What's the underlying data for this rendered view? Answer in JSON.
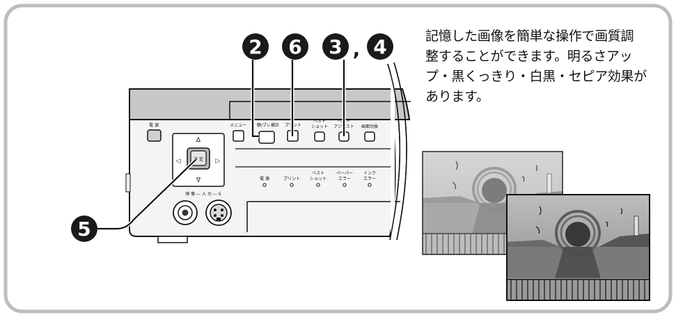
{
  "callouts": {
    "num_2": "2",
    "num_6": "6",
    "num_3": "3",
    "separator": ",",
    "num_4": "4",
    "num_5": "5"
  },
  "device": {
    "power_label": "電 源",
    "direction_up": "Δ",
    "direction_down": "∇",
    "direction_left": "◁",
    "direction_right": "▷",
    "enter_label": "決 定",
    "menu_label": "メニュー",
    "blur_label": "静/ブレ補正",
    "print_label": "プリント",
    "best_shot_label": [
      "ベスト",
      "ショット"
    ],
    "best_adjust_label": [
      "ベスト",
      "アジャスト"
    ],
    "screen_switch_label": "画面切換",
    "indicators": [
      {
        "lines": [
          "電 源"
        ]
      },
      {
        "lines": [
          "プリント"
        ]
      },
      {
        "lines": [
          "ベスト",
          "ショット"
        ]
      },
      {
        "lines": [
          "ペーパー",
          "エラー"
        ]
      },
      {
        "lines": [
          "インク",
          "エラー"
        ]
      }
    ],
    "input_label": "映 像 ― 入 力 ― S"
  },
  "description": {
    "lines": [
      "記憶した画像を簡単な操作で画質調",
      "整することができます。明るさアッ",
      "プ・黒くっきり・白黒・セピア効果が",
      "あります。"
    ]
  },
  "colors": {
    "callout_fill": "#1a1a1a",
    "frame_border": "#bdbdbd",
    "device_body": "#f4f4f4",
    "device_top": "#c8c8c8",
    "photo_light": "#c9c9c9",
    "photo_dark": "#8f8f8f"
  }
}
